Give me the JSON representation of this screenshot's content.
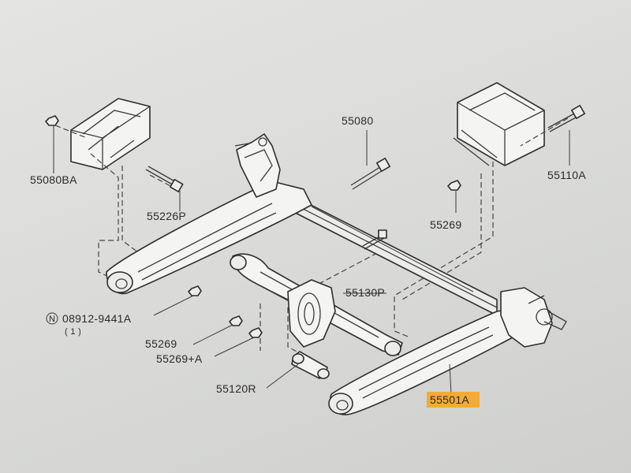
{
  "labels": {
    "p55080BA": "55080BA",
    "p55226P": "55226P",
    "p55080": "55080",
    "p55110A": "55110A",
    "p55269_top": "55269",
    "p08912": "08912-9441A",
    "p08912_qty": "( 1 )",
    "p08912_prefix": "N",
    "p55269_mid": "55269",
    "p55269A": "55269+A",
    "p55130P": "55130P",
    "p55120R": "55120R",
    "p55501A": "55501A"
  },
  "colors": {
    "highlight": "#f5a623",
    "line": "#3a3a3a",
    "background": "#dcdcda"
  }
}
